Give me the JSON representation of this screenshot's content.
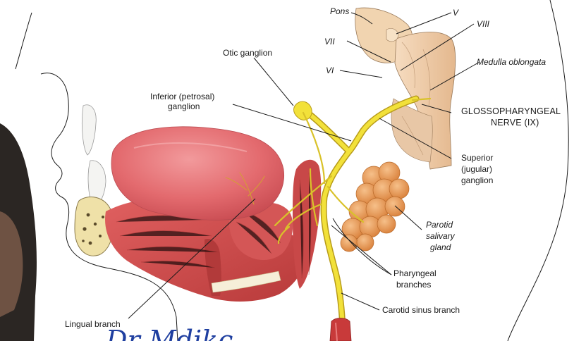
{
  "labels": {
    "pons": "Pons",
    "v": "V",
    "vii": "VII",
    "viii": "VIII",
    "vi": "VI",
    "otic_ganglion": "Otic ganglion",
    "medulla_oblongata": "Medulla oblongata",
    "inferior_ganglion_line1": "Inferior (petrosal)",
    "inferior_ganglion_line2": "ganglion",
    "glossopharyngeal_line1": "GLOSSOPHARYNGEAL",
    "glossopharyngeal_line2": "NERVE (IX)",
    "superior_line1": "Superior",
    "superior_line2": "(jugular)",
    "superior_line3": "ganglion",
    "parotid_line1": "Parotid",
    "parotid_line2": "salivary",
    "parotid_line3": "gland",
    "pharyngeal_line1": "Pharyngeal",
    "pharyngeal_line2": "branches",
    "carotid_sinus_branch": "Carotid sinus branch",
    "lingual_branch": "Lingual branch"
  },
  "overlay_text": "Dr Mdikc...",
  "colors": {
    "nerve": "#f2e13a",
    "nerve_stroke": "#c9b01e",
    "tongue": "#e36a6e",
    "muscle": "#c94a4a",
    "parotid": "#e89a4e",
    "brainstem": "#f0c9a0",
    "overlay_text": "#1f3fa0"
  }
}
